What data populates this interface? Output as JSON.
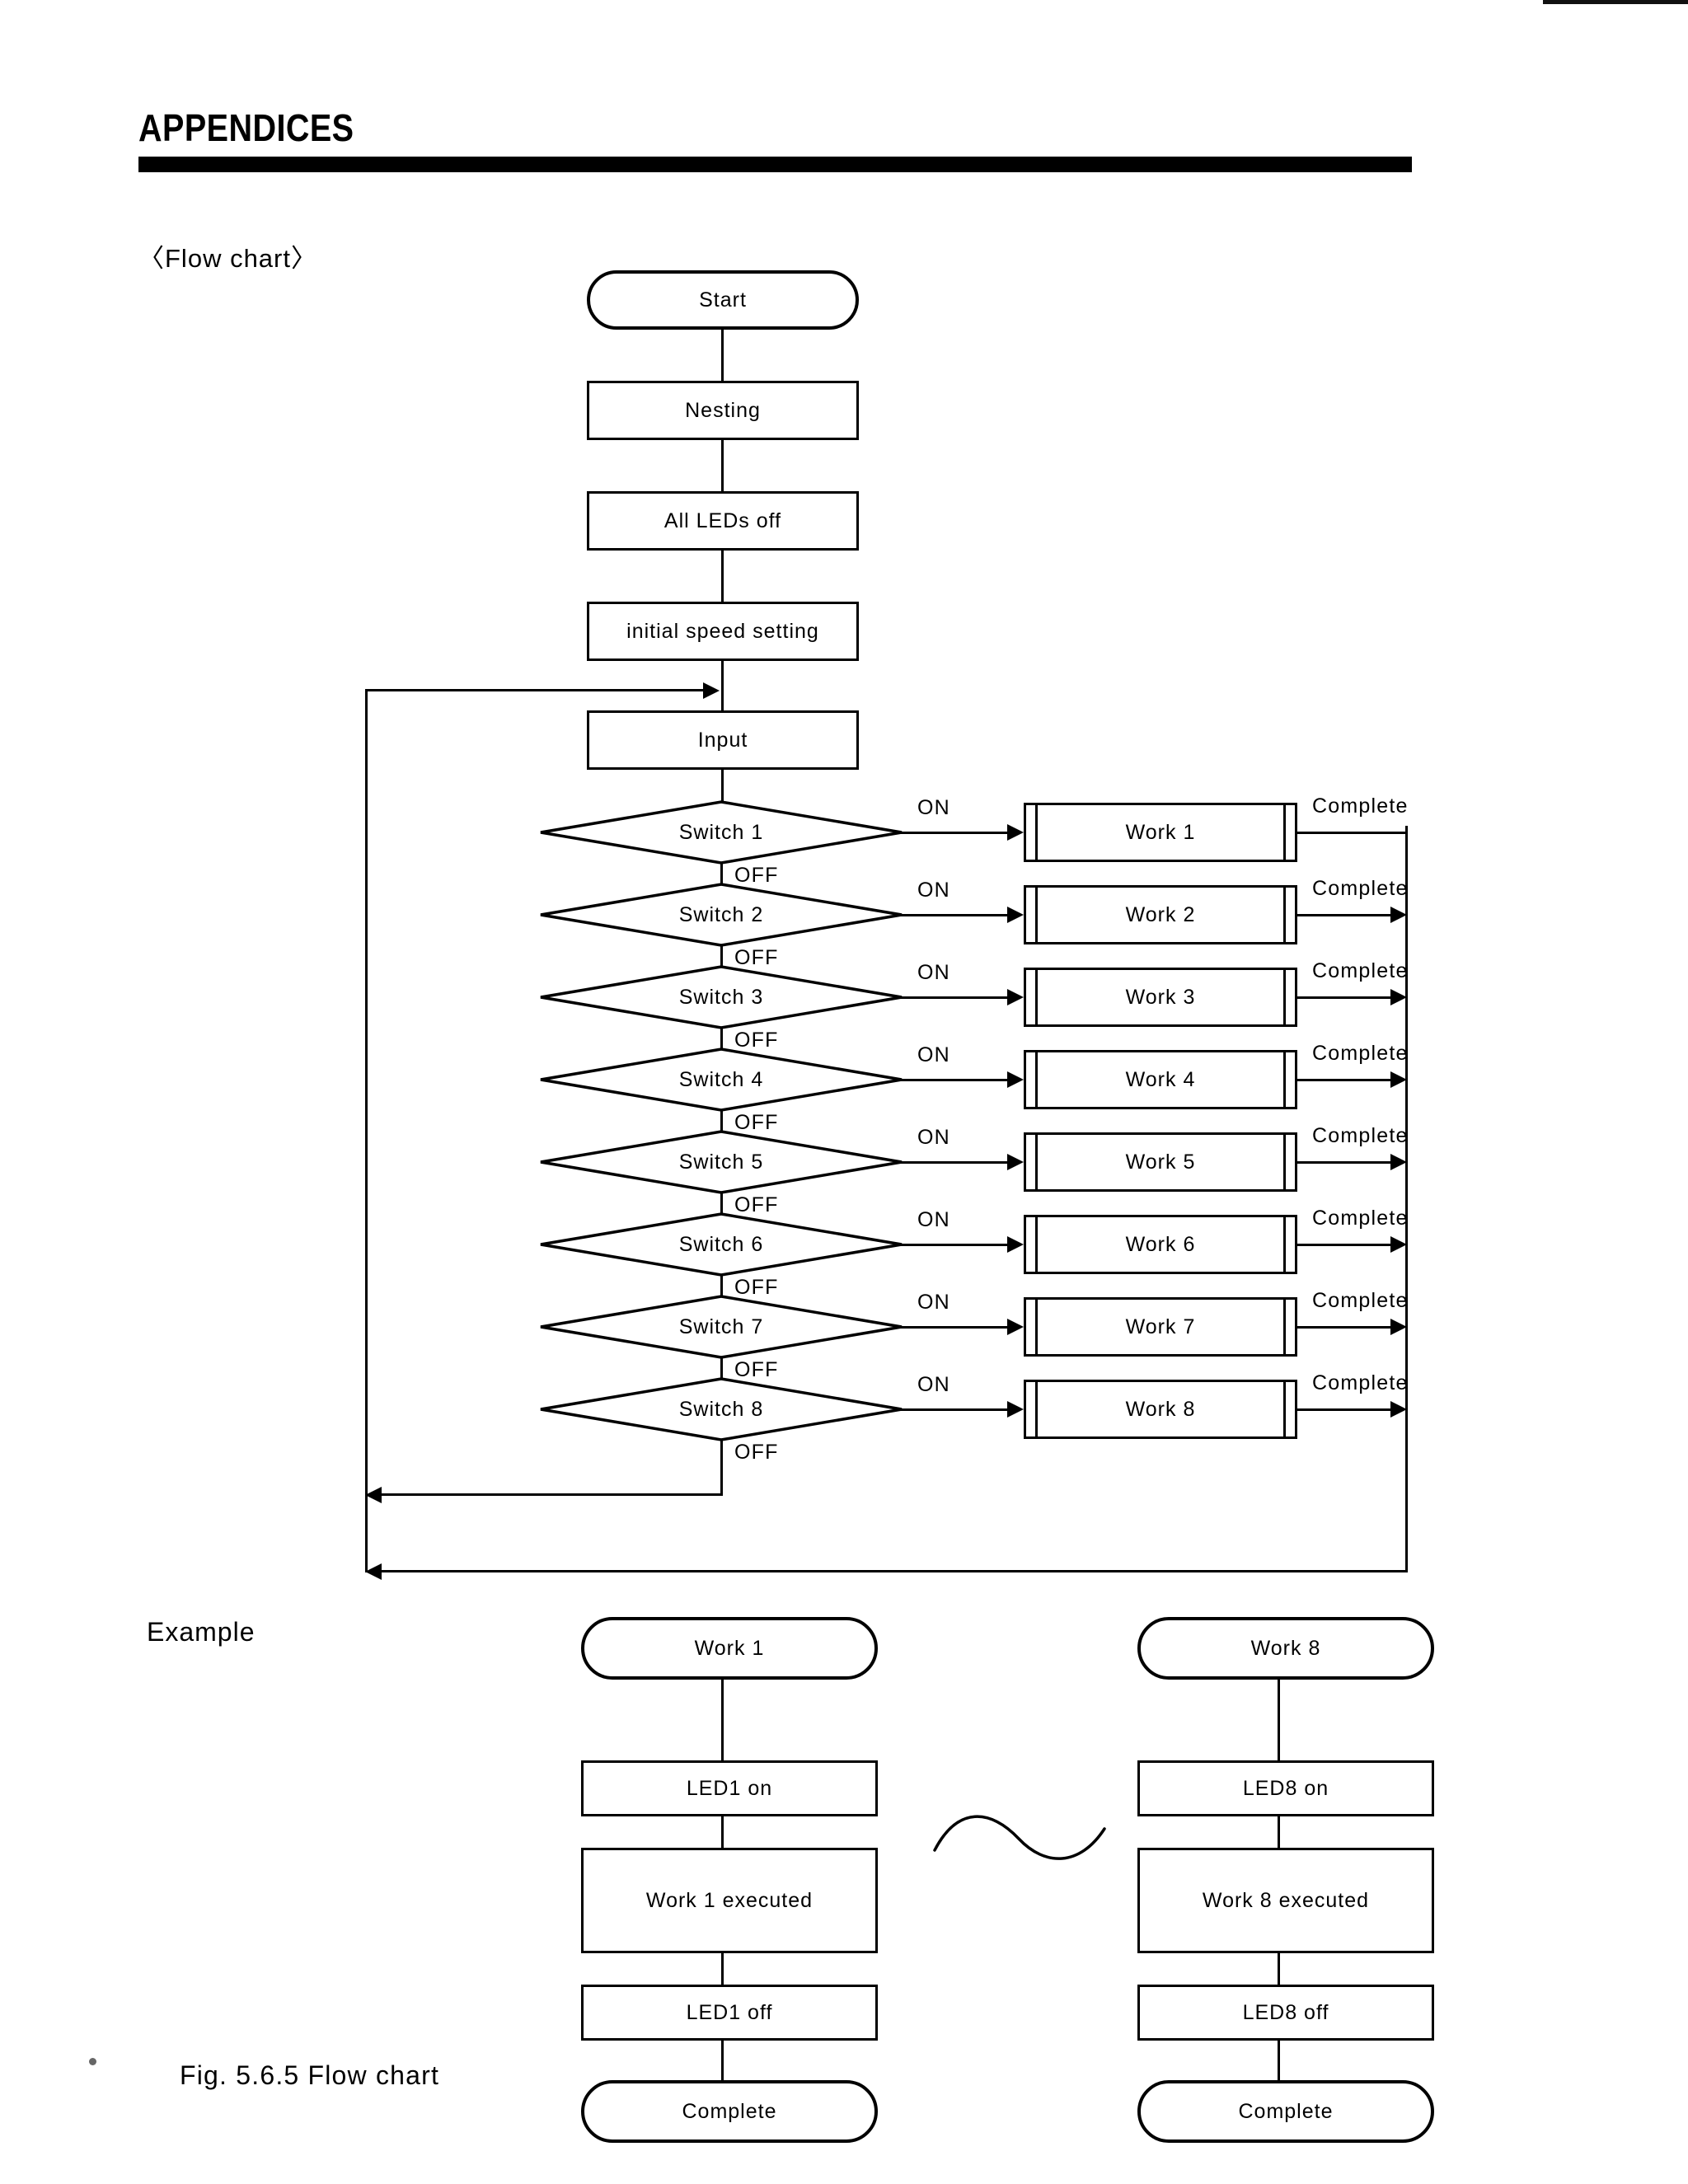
{
  "document": {
    "header_title": "APPENDICES",
    "section_label": "〈Flow chart〉",
    "example_label": "Example",
    "figure_caption": "Fig. 5.6.5 Flow chart"
  },
  "main_flow": {
    "start": "Start",
    "steps": [
      "Nesting",
      "All LEDs off",
      "initial speed setting",
      "Input"
    ],
    "branch_on_label": "ON",
    "branch_off_label": "OFF",
    "complete_label": "Complete",
    "decisions": [
      {
        "condition": "Switch 1",
        "on": "ON",
        "off": "OFF",
        "work": "Work 1",
        "complete": "Complete"
      },
      {
        "condition": "Switch 2",
        "on": "ON",
        "off": "OFF",
        "work": "Work 2",
        "complete": "Complete"
      },
      {
        "condition": "Switch 3",
        "on": "ON",
        "off": "OFF",
        "work": "Work 3",
        "complete": "Complete"
      },
      {
        "condition": "Switch 4",
        "on": "ON",
        "off": "OFF",
        "work": "Work 4",
        "complete": "Complete"
      },
      {
        "condition": "Switch 5",
        "on": "ON",
        "off": "OFF",
        "work": "Work 5",
        "complete": "Complete"
      },
      {
        "condition": "Switch 6",
        "on": "ON",
        "off": "OFF",
        "work": "Work 6",
        "complete": "Complete"
      },
      {
        "condition": "Switch 7",
        "on": "ON",
        "off": "OFF",
        "work": "Work 7",
        "complete": "Complete"
      },
      {
        "condition": "Switch 8",
        "on": "ON",
        "off": "OFF",
        "work": "Work 8",
        "complete": "Complete"
      }
    ]
  },
  "example": {
    "columns": [
      {
        "title": "Work 1",
        "steps": [
          "LED1 on",
          "Work 1 executed",
          "LED1 off"
        ],
        "end": "Complete"
      },
      {
        "title": "Work 8",
        "steps": [
          "LED8 on",
          "Work 8 executed",
          "LED8 off"
        ],
        "end": "Complete"
      }
    ],
    "continuation_symbol": "squiggle-icon"
  },
  "colors": {
    "ink": "#000000",
    "paper": "#ffffff"
  }
}
